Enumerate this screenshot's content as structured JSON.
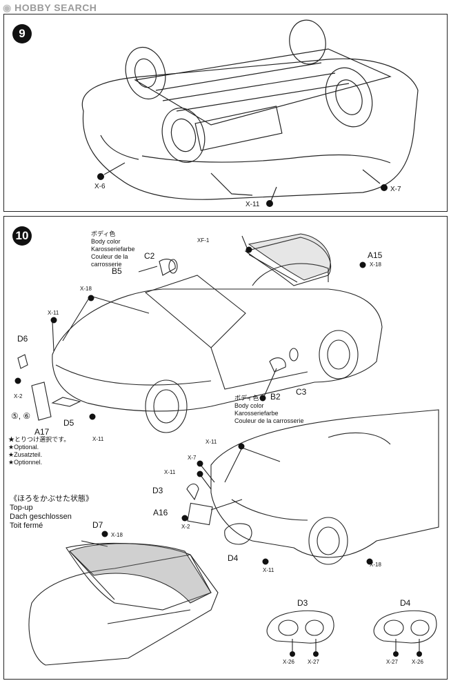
{
  "watermark": {
    "brand": "HOBBY SEARCH"
  },
  "step9": {
    "number": "9",
    "parts": [
      "X-6",
      "X-7",
      "X-11"
    ]
  },
  "step10": {
    "number": "10",
    "body_color_note": [
      "ボディ色",
      "Body color",
      "Karosseriefarbe",
      "Couleur de la",
      "carrosserie"
    ],
    "body_color_note2": [
      "ボディ色",
      "Body color",
      "Karosseriefarbe",
      "Couleur de la carrosserie"
    ],
    "optional_note": [
      "★とりつけ選択です。",
      "★Optional.",
      "★Zusatzteil.",
      "★Optionnel."
    ],
    "closed_top_note": [
      "《ほろをかぶせた状態》",
      "Top-up",
      "Dach geschlossen",
      "Toit fermé"
    ],
    "parts": {
      "c2": "C2",
      "b5": "B5",
      "xf1": "XF-1",
      "a15": "A15",
      "x18_a": "X-18",
      "x18_b": "X-18",
      "x11_a": "X-11",
      "d6": "D6",
      "x2_a": "X-2",
      "nums": "⑤, ⑥",
      "a17": "A17",
      "d5": "D5",
      "x11_b": "X-11",
      "b2": "B2",
      "c3": "C3",
      "x11_c": "X-11",
      "x7": "X-7",
      "x11_d": "X-11",
      "d3_a": "D3",
      "a16": "A16",
      "x2_b": "X-2",
      "d4_a": "D4",
      "x11_e": "X-11",
      "x18_c": "X-18",
      "d7": "D7",
      "x18_d": "X-18",
      "d3_b": "D3",
      "d4_b": "D4",
      "x26_a": "X-26",
      "x27_a": "X-27",
      "x27_b": "X-27",
      "x26_b": "X-26"
    }
  }
}
